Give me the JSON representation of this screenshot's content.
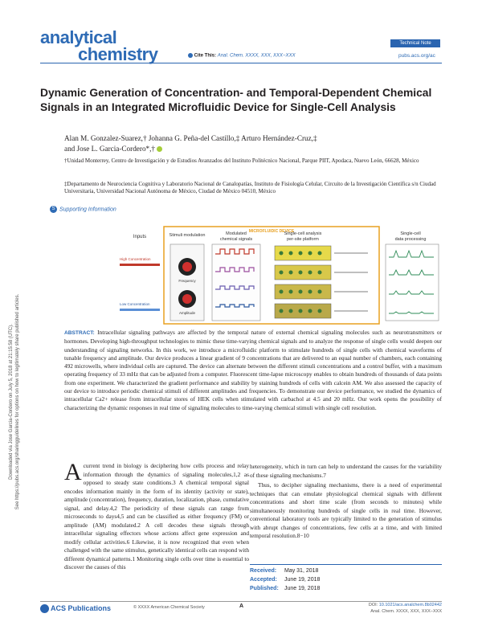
{
  "header": {
    "journal_line1": "analytical",
    "journal_line2": "chemistry",
    "cite_label": "Cite This:",
    "cite_ref": "Anal. Chem. XXXX, XXX, XXX−XXX",
    "badge": "Technical Note",
    "pubs_link": "pubs.acs.org/ac"
  },
  "title": "Dynamic Generation of Concentration- and Temporal-Dependent Chemical Signals in an Integrated Microfluidic Device for Single-Cell Analysis",
  "authors": {
    "line1": "Alan M. Gonzalez-Suarez,† Johanna G. Peña-del Castillo,‡ Arturo Hernández-Cruz,‡",
    "line2": "and Jose L. Garcia-Cordero*,†"
  },
  "affiliations": [
    "†Unidad Monterrey, Centro de Investigación y de Estudios Avanzados del Instituto Politécnico Nacional, Parque PIIT, Apodaca, Nuevo León, 66628, México",
    "‡Departamento de Neurociencia Cognitiva y Laboratorio Nacional de Canalopatías, Instituto de Fisiología Celular, Circuito de la Investigación Científica s/n Ciudad Universitaria, Universidad Nacional Autónoma de México, Ciudad de México 04510, México"
  ],
  "supporting_info": "Supporting Information",
  "supporting_icon": "S",
  "figure": {
    "device_label": "MICROFLUIDIC DEVICE",
    "col_inputs": "Inputs",
    "col_stimuli": "Stimuli modulation",
    "col_modulated_1": "Modulated",
    "col_modulated_2": "chemical signals",
    "col_singlecell_1": "Single-cell analysis",
    "col_singlecell_2": "per-site platform",
    "col_data_1": "Single-cell",
    "col_data_2": "data processing",
    "high_conc": "High Concentration",
    "low_conc": "Low Concentration",
    "knob_frequency": "Frequency",
    "knob_amplitude": "Amplitude"
  },
  "abstract": {
    "label": "ABSTRACT:",
    "text": "Intracellular signaling pathways are affected by the temporal nature of external chemical signaling molecules such as neurotransmitters or hormones. Developing high-throughput technologies to mimic these time-varying chemical signals and to analyze the response of single cells would deepen our understanding of signaling networks. In this work, we introduce a microfluidic platform to stimulate hundreds of single cells with chemical waveforms of tunable frequency and amplitude. Our device produces a linear gradient of 9 concentrations that are delivered to an equal number of chambers, each containing 492 microwells, where individual cells are captured. The device can alternate between the different stimuli concentrations and a control buffer, with a maximum operating frequency of 33 mHz that can be adjusted from a computer. Fluorescent time-lapse microscopy enables to obtain hundreds of thousands of data points from one experiment. We characterized the gradient performance and stability by staining hundreds of cells with calcein AM. We also assessed the capacity of our device to introduce periodic chemical stimuli of different amplitudes and frequencies. To demonstrate our device performance, we studied the dynamics of intracellular Ca2+ release from intracellular stores of HEK cells when stimulated with carbachol at 4.5 and 20 mHz. Our work opens the possibility of characterizing the dynamic responses in real time of signaling molecules to time-varying chemical stimuli with single cell resolution."
  },
  "side_stamp": {
    "line1": "Downloaded via Jose Garcia-Cordero on July 5, 2018 at 21:15:58 (UTC).",
    "line2": "See https://pubs.acs.org/sharingguidelines for options on how to legitimately share published articles."
  },
  "body": {
    "dropcap": "A",
    "col1": "current trend in biology is deciphering how cells process and relay information through the dynamics of signaling molecules,1,2 as opposed to steady state conditions.3 A chemical temporal signal encodes information mainly in the form of its identity (activity or state), amplitude (concentration), frequency, duration, localization, phase, cumulative signal, and delay.4,2 The periodicity of these signals can range from microseconds to days4,5 and can be classified as either frequency (FM) or amplitude (AM) modulated.2 A cell decodes these signals through intracellular signaling effectors whose actions affect gene expression and modify cellular activities.6 Likewise, it is now recognized that even when challenged with the same stimulus, genetically identical cells can respond with different dynamical patterns.1 Monitoring single cells over time is essential to discover the causes of this",
    "col2_p1": "heterogeneity, which in turn can help to understand the causes for the variability of these signaling mechanisms.7",
    "col2_p2": "Thus, to decipher signaling mechanisms, there is a need of experimental techniques that can emulate physiological chemical signals with different concentrations and short time scale (from seconds to minutes) while simultaneously monitoring hundreds of single cells in real time. However, conventional laboratory tools are typically limited to the generation of stimulus with abrupt changes of concentrations, few cells at a time, and with limited temporal resolution.8−10"
  },
  "dates": [
    {
      "label": "Received:",
      "value": "May 31, 2018"
    },
    {
      "label": "Accepted:",
      "value": "June 19, 2018"
    },
    {
      "label": "Published:",
      "value": "June 19, 2018"
    }
  ],
  "footer": {
    "publisher": "ACS Publications",
    "copyright": "© XXXX American Chemical Society",
    "page": "A",
    "doi_label": "DOI:",
    "doi": "10.1021/acs.analchem.8b02442",
    "citation": "Anal. Chem. XXXX, XXX, XXX−XXX"
  }
}
